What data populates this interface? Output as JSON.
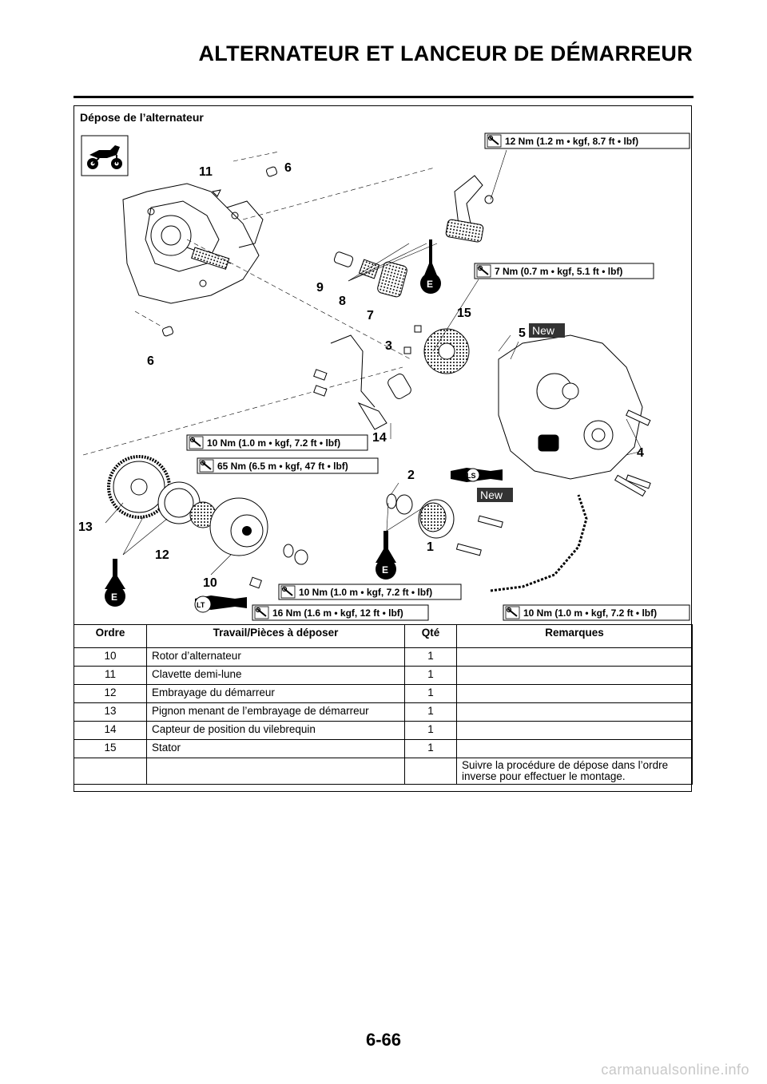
{
  "page": {
    "title": "ALTERNATEUR ET LANCEUR DE DÉMARREUR",
    "section_title": "Dépose de l’alternateur",
    "page_number": "6-66",
    "watermark": "carmanualsonline.info"
  },
  "diagram": {
    "torque_labels": {
      "t1": "12 Nm (1.2 m • kgf, 8.7 ft • lbf)",
      "t2": "7 Nm (0.7 m • kgf, 5.1 ft • lbf)",
      "t3": "10 Nm (1.0 m • kgf, 7.2 ft • lbf)",
      "t4": "65 Nm (6.5 m • kgf, 47 ft • lbf)",
      "t5": "10 Nm (1.0 m • kgf, 7.2 ft • lbf)",
      "t6": "16 Nm (1.6 m • kgf, 12 ft • lbf)",
      "t7": "10 Nm (1.0 m • kgf, 7.2 ft • lbf)"
    },
    "callouts": {
      "c1": "1",
      "c2": "2",
      "c3": "3",
      "c4": "4",
      "c5": "5",
      "c6a": "6",
      "c6b": "6",
      "c7": "7",
      "c8": "8",
      "c9": "9",
      "c10": "10",
      "c11": "11",
      "c12": "12",
      "c13": "13",
      "c14": "14",
      "c15": "15"
    },
    "badges": {
      "new1": "New",
      "new2": "New",
      "e1": "E",
      "e2": "E",
      "e3": "E",
      "ls": "LS",
      "lt": "LT"
    }
  },
  "table": {
    "headers": {
      "order": "Ordre",
      "job": "Travail/Pièces à déposer",
      "qty": "Qté",
      "remarks": "Remarques"
    },
    "rows": [
      {
        "order": "10",
        "job": "Rotor d’alternateur",
        "qty": "1",
        "remarks": ""
      },
      {
        "order": "11",
        "job": "Clavette demi-lune",
        "qty": "1",
        "remarks": ""
      },
      {
        "order": "12",
        "job": "Embrayage du démarreur",
        "qty": "1",
        "remarks": ""
      },
      {
        "order": "13",
        "job": "Pignon menant de l’embrayage de démarreur",
        "qty": "1",
        "remarks": ""
      },
      {
        "order": "14",
        "job": "Capteur de position du vilebrequin",
        "qty": "1",
        "remarks": ""
      },
      {
        "order": "15",
        "job": "Stator",
        "qty": "1",
        "remarks": ""
      }
    ],
    "final_note": "Suivre la procédure de dépose dans l’ordre inverse pour effectuer le montage."
  },
  "colors": {
    "text": "#000000",
    "badge_bg": "#333333",
    "badge_text": "#ffffff",
    "watermark": "#c8c8c8"
  },
  "icons": [
    "motorcycle-icon",
    "torque-wrench-icon",
    "engine-oil-icon",
    "grease-icon",
    "locking-agent-icon"
  ]
}
